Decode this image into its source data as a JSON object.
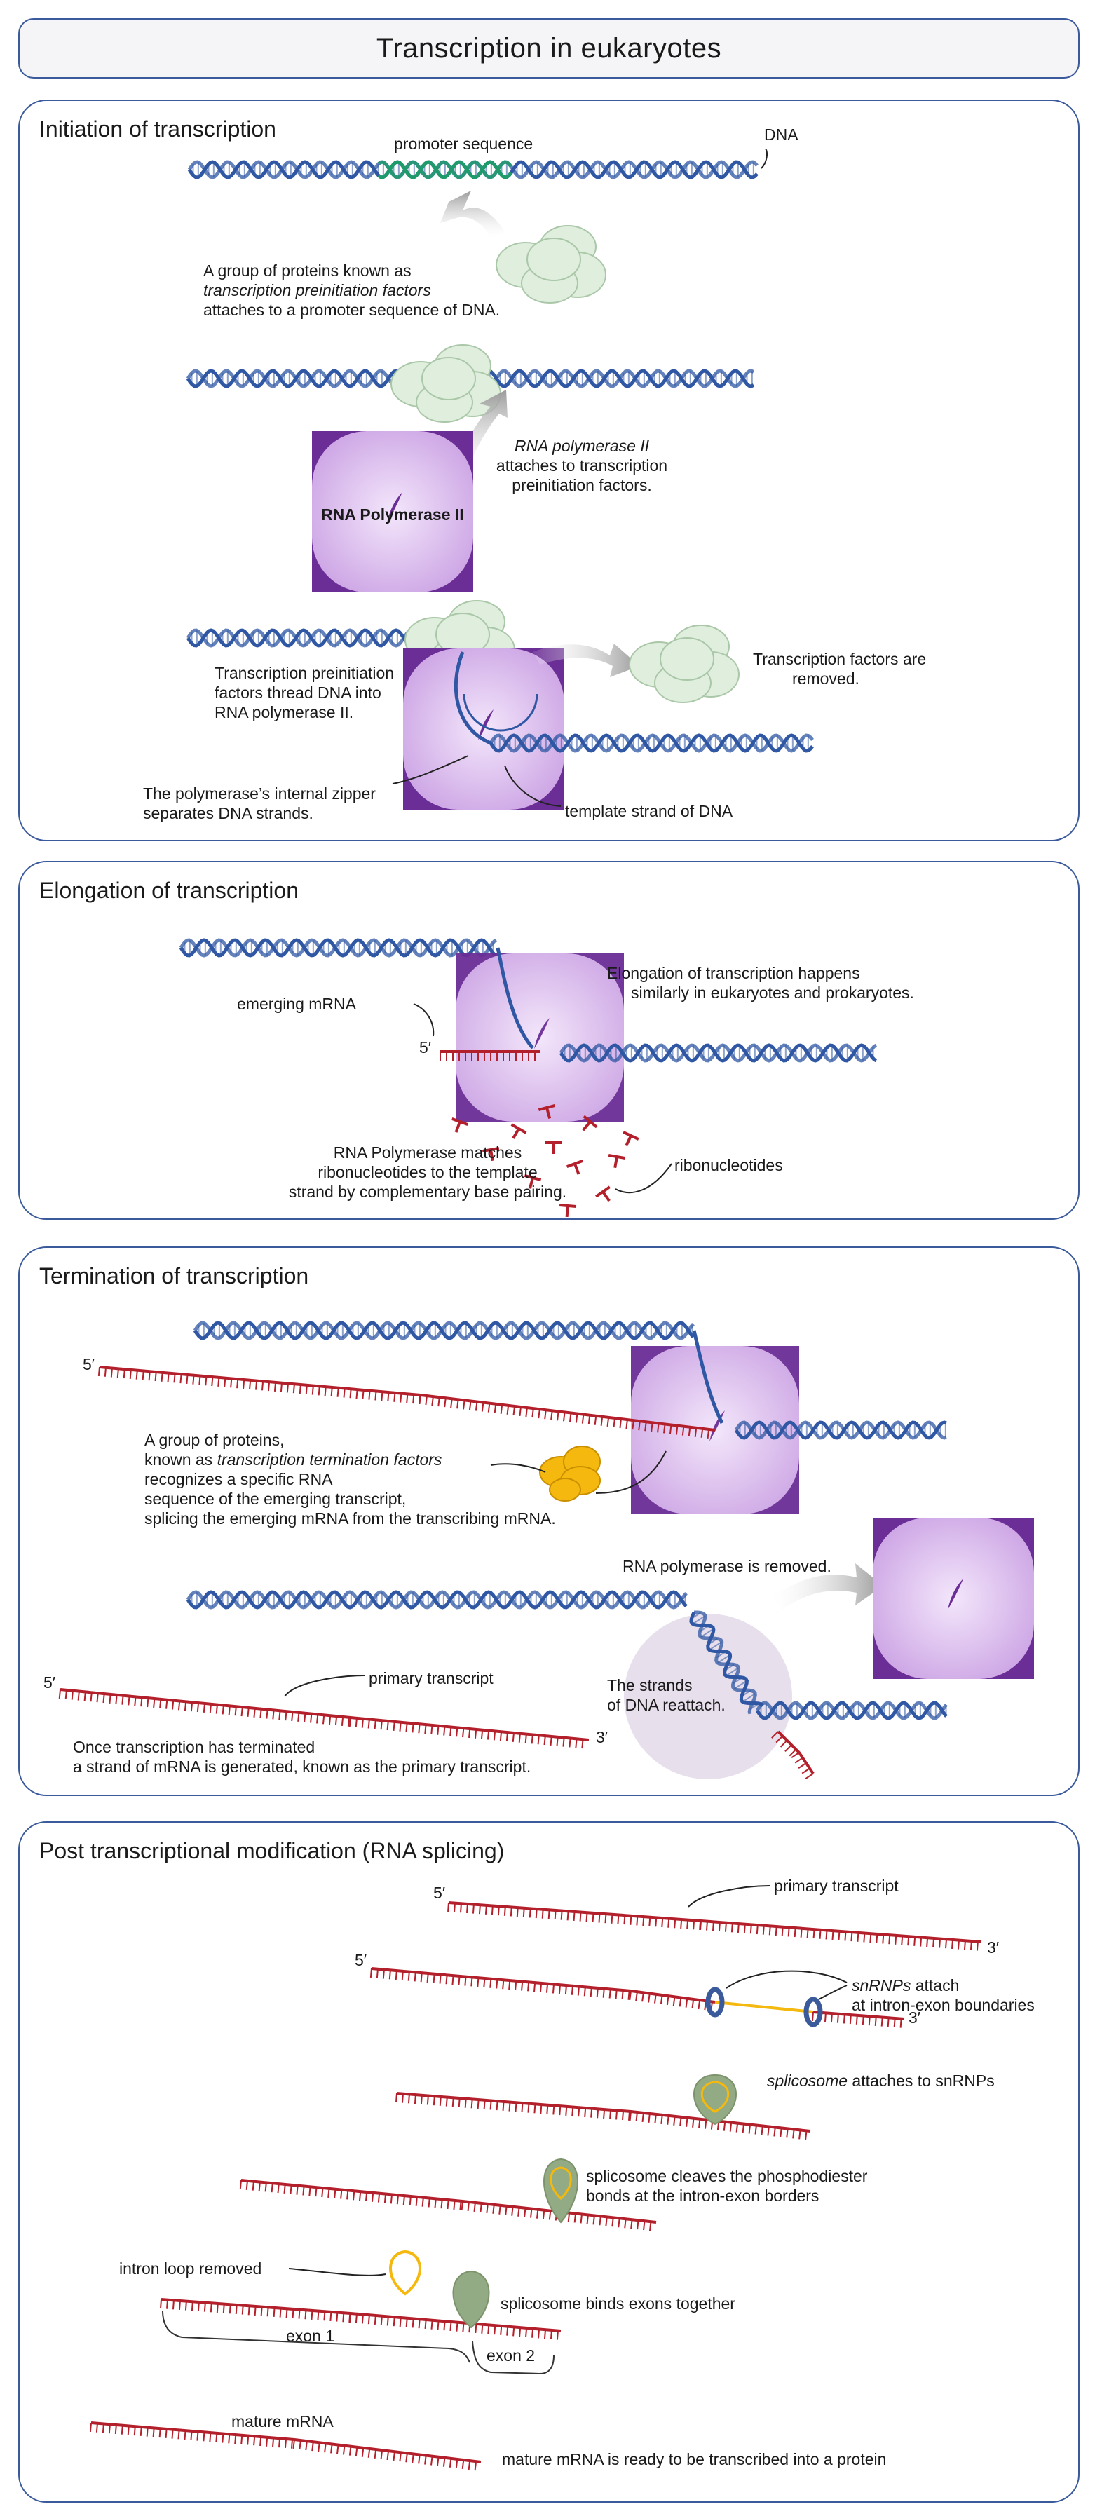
{
  "title": "Transcription in eukaryotes",
  "panels": {
    "initiation": {
      "title": "Initiation of transcription",
      "promoter_label": "promoter sequence",
      "dna_label": "DNA",
      "step1_line1": "A group of proteins known as",
      "step1_line2": "transcription preinitiation factors",
      "step1_line3": "attaches to a promoter sequence of DNA.",
      "polymerase_label": "RNA Polymerase II",
      "step2_line1": "RNA polymerase II",
      "step2_line2": "attaches to transcription",
      "step2_line3": "preinitiation factors.",
      "step3_line1": "Transcription preinitiation",
      "step3_line2": "factors thread DNA into",
      "step3_line3": "RNA polymerase II.",
      "removed_line1": "Transcription factors are",
      "removed_line2": "removed.",
      "zipper_line1": "The polymerase’s internal zipper",
      "zipper_line2": "separates DNA strands.",
      "template_label": "template strand of DNA"
    },
    "elongation": {
      "title": "Elongation of transcription",
      "note_line1": "Elongation of transcription happens",
      "note_line2": "similarly in eukaryotes and prokaryotes.",
      "emerging_label": "emerging mRNA",
      "five_prime": "5′",
      "match_line1": "RNA Polymerase matches",
      "match_line2": "ribonucleotides to the template",
      "match_line3": "strand by complementary base pairing.",
      "ribo_label": "ribonucleotides"
    },
    "termination": {
      "title": "Termination of transcription",
      "five_prime": "5′",
      "factors_line1": "A group of proteins,",
      "factors_line2_a": "known as ",
      "factors_line2_b": "transcription termination factors",
      "factors_line3": "recognizes a specific RNA",
      "factors_line4": "sequence of the emerging transcript,",
      "factors_line5": "splicing the emerging mRNA from the transcribing mRNA.",
      "removed_label": "RNA polymerase is removed.",
      "primary_label": "primary transcript",
      "reattach_line1": "The strands",
      "reattach_line2": "of DNA reattach.",
      "three_prime": "3′",
      "end_line1": "Once transcription has terminated",
      "end_line2": "a strand of mRNA is generated, known as the primary transcript."
    },
    "splicing": {
      "title": "Post transcriptional modification (RNA splicing)",
      "primary_label": "primary transcript",
      "five_prime": "5′",
      "three_prime": "3′",
      "snrnp_a": "snRNPs",
      "snrnp_b": " attach",
      "snrnp_line2": "at intron-exon boundaries",
      "spliceosome_a": "splicosome",
      "spliceosome_b": " attaches to snRNPs",
      "cleave_line1": "splicosome cleaves the phosphodiester",
      "cleave_line2": "bonds at the intron-exon borders",
      "intron_label": "intron loop removed",
      "binds_label": "splicosome binds exons together",
      "exon1": "exon 1",
      "exon2": "exon 2",
      "mature_label": "mature mRNA",
      "mature_note": "mature mRNA is ready to be transcribed into a protein"
    }
  },
  "colors": {
    "dna": "#2f57a3",
    "promoter": "#1f9a6b",
    "polymerase": "#6b2d96",
    "polymerase_light": "#d9b9ec",
    "factor": "#dfeedd",
    "rna": "#b3202b",
    "termination_factor": "#f5b80f",
    "spliceosome": "#93ab85"
  }
}
